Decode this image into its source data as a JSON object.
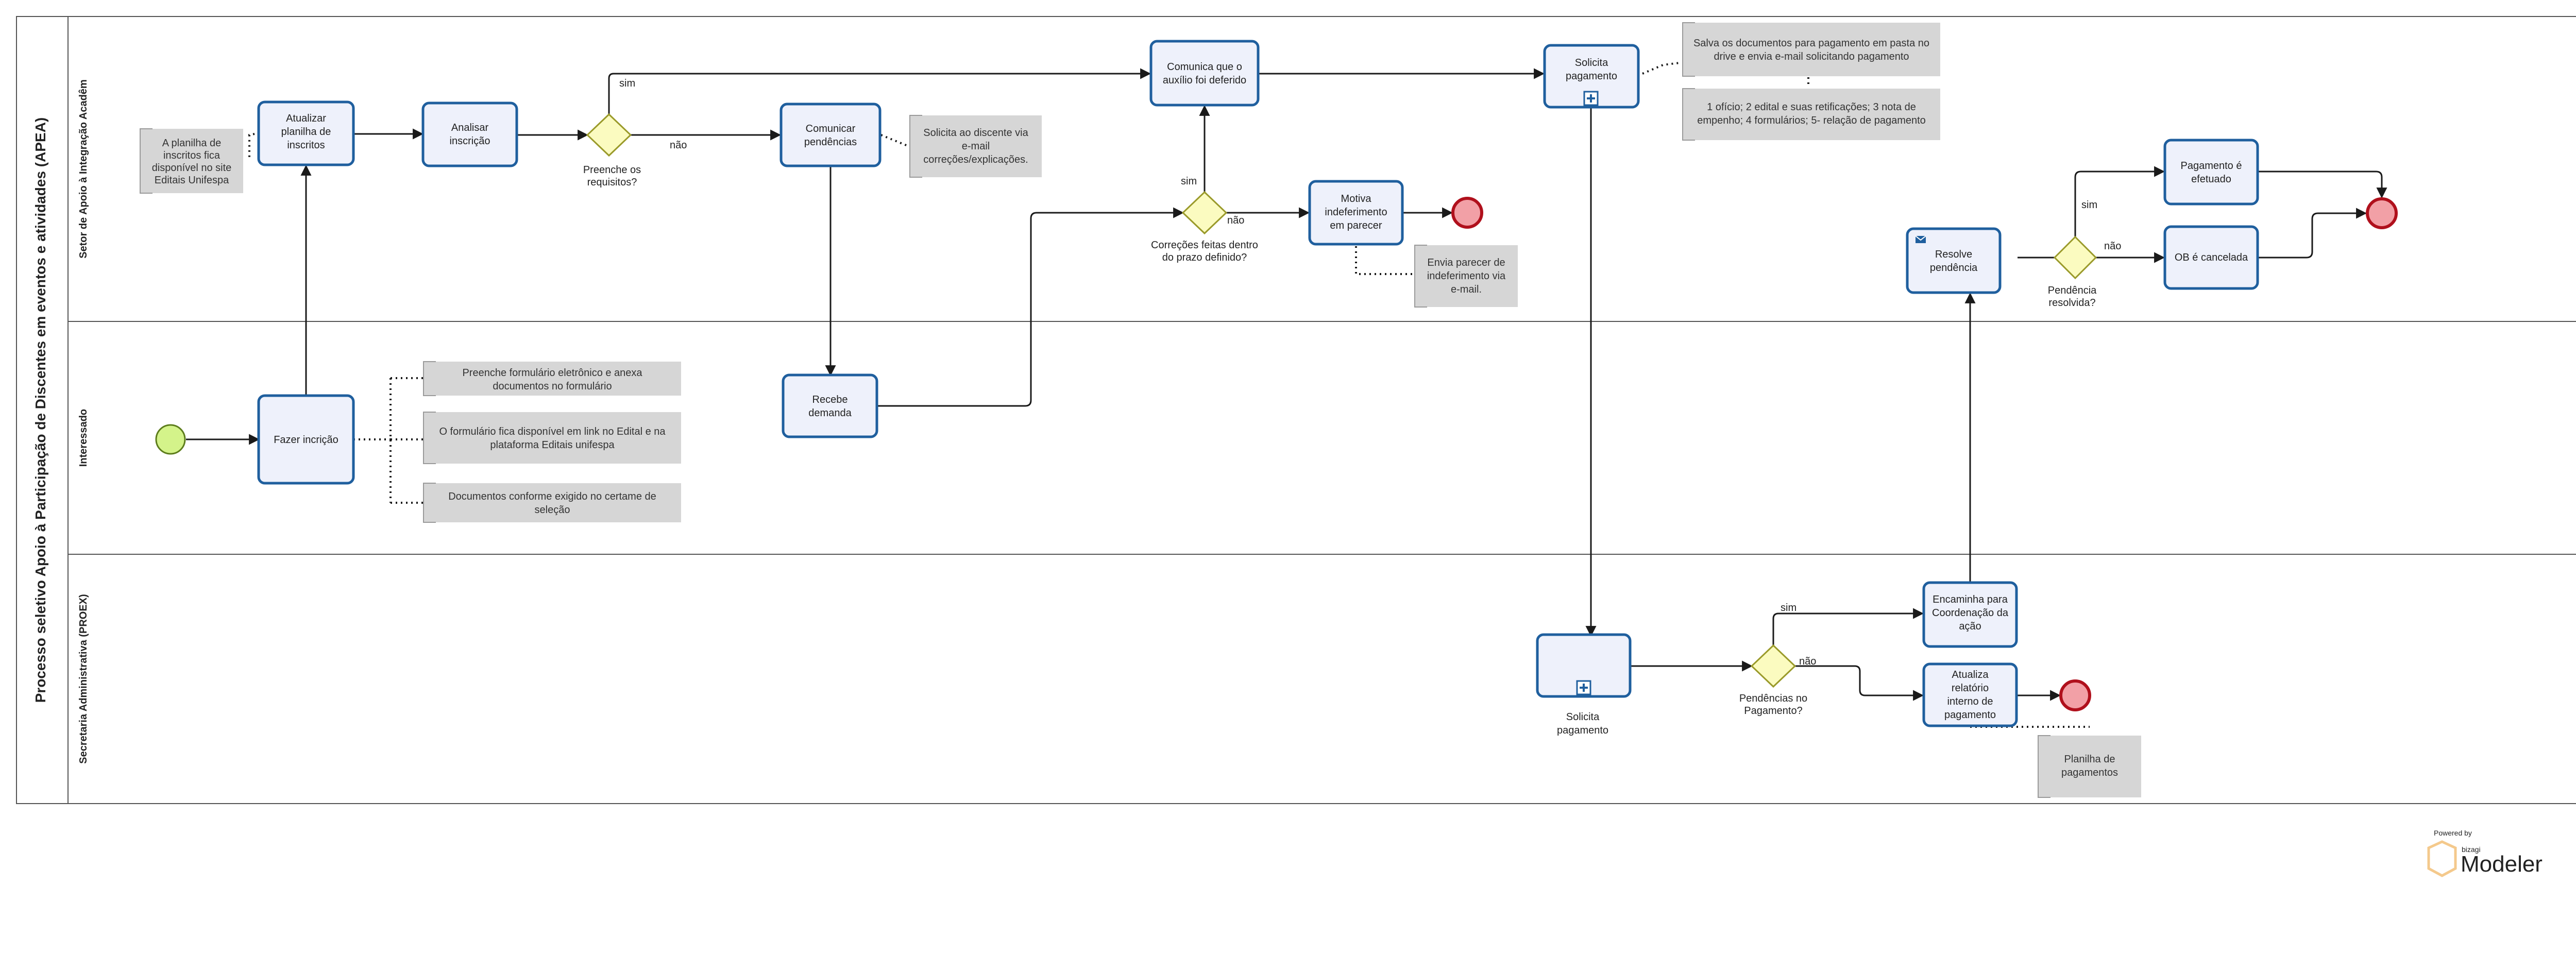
{
  "pool": {
    "title": "Processo seletivo Apoio à Participação de Discentes em eventos e atividades (APEA)"
  },
  "lanes": {
    "setor": "Setor de Apoio à Integração Acadêm",
    "interessado": "Interessado",
    "secretaria": "Secretaria Administrativa (PROEX)"
  },
  "tasks": {
    "atualizar_planilha": [
      "Atualizar",
      "planilha de",
      "inscritos"
    ],
    "analisar_inscricao": [
      "Analisar",
      "inscrição"
    ],
    "comunicar_pendencias": [
      "Comunicar",
      "pendências"
    ],
    "comunica_deferido": [
      "Comunica que o",
      "auxílio foi deferido"
    ],
    "solicita_pagamento_setor": [
      "Solicita",
      "pagamento"
    ],
    "motiva_indeferimento": [
      "Motiva",
      "indeferimento",
      "em parecer"
    ],
    "resolve_pendencia": [
      "Resolve",
      "pendência"
    ],
    "pagamento_efetuado": [
      "Pagamento é",
      "efetuado"
    ],
    "ob_cancelada": [
      "OB é cancelada"
    ],
    "fazer_inscricao": [
      "Fazer incrição"
    ],
    "recebe_demanda": [
      "Recebe",
      "demanda"
    ],
    "solicita_pagamento_secretaria": [
      "Solicita",
      "pagamento"
    ],
    "encaminha_coordenacao": [
      "Encaminha para",
      "Coordenação da",
      "ação"
    ],
    "atualiza_relatorio": [
      "Atualiza",
      "relatório",
      "interno de",
      "pagamento"
    ]
  },
  "gateways": {
    "preenche_requisitos": [
      "Preenche os",
      "requisitos?"
    ],
    "correcoes_prazo": [
      "Correções feitas dentro",
      "do prazo definido?"
    ],
    "pendencia_resolvida": [
      "Pendência",
      "resolvida?"
    ],
    "pendencias_pagamento": [
      "Pendências no",
      "Pagamento?"
    ]
  },
  "flow_labels": {
    "sim_requisitos": "sim",
    "nao_requisitos": "não",
    "sim_correcoes": "sim",
    "nao_correcoes": "não",
    "sim_pendencia": "sim",
    "nao_pendencia": "não",
    "sim_pagamento": "sim",
    "nao_pagamento": "não"
  },
  "annotations": {
    "planilha_inscritos": [
      "A planilha de",
      "inscritos fica",
      "disponível no site",
      "Editais Unifespa"
    ],
    "solicita_discente": [
      "Solicita ao discente via",
      "e-mail",
      "correções/explicações."
    ],
    "salva_documentos": [
      "Salva os documentos para pagamento em pasta no",
      "drive e envia e-mail solicitando pagamento"
    ],
    "lista_documentos": [
      "1 ofício; 2 edital e suas retificações; 3 nota de",
      "empenho; 4 formulários; 5- relação de pagamento"
    ],
    "envia_parecer": [
      "Envia parecer de",
      "indeferimento via",
      "e-mail."
    ],
    "preenche_formulario": [
      "Preenche formulário eletrônico e anexa",
      "documentos no formulário"
    ],
    "formulario_disponivel": [
      "O formulário fica disponível em link no Edital e na",
      "plataforma Editais unifespa"
    ],
    "documentos_conforme": [
      "Documentos conforme exigido no certame de",
      "seleção"
    ],
    "planilha_pagamentos": [
      "Planilha de",
      "pagamentos"
    ]
  },
  "watermark": {
    "powered_by": "Powered by",
    "vendor": "bizagi",
    "product": "Modeler"
  },
  "colors": {
    "task_fill": "#eef1fb",
    "task_stroke": "#1f5f9e",
    "gateway_fill": "#fbfbc0",
    "start_fill": "#d4f38a",
    "end_fill": "#f2a0a6",
    "end_stroke": "#b0101c",
    "annotation_fill": "#d6d6d6",
    "watermark": "#f4c98c"
  }
}
